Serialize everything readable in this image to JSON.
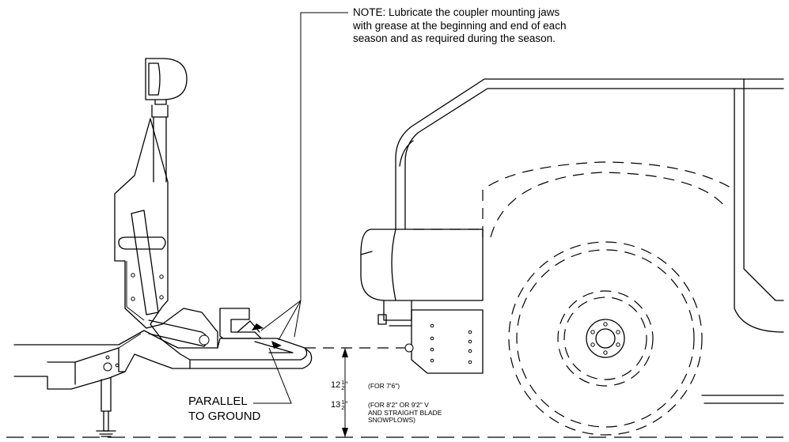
{
  "note": {
    "text": "NOTE: Lubricate the coupler mounting jaws\nwith grease at the beginning and end of each\nseason and as required during the season."
  },
  "callout": {
    "line1": "PARALLEL",
    "line2": "TO GROUND"
  },
  "dimensions": {
    "d1": {
      "whole": "12",
      "num": "1",
      "den": "2",
      "unit": "\"",
      "label": "(FOR 7'6\")"
    },
    "d2": {
      "whole": "13",
      "num": "1",
      "den": "2",
      "unit": "\"",
      "label1": "(FOR 8'2\" OR 9'2\" V",
      "label2": "AND STRAIGHT BLADE",
      "label3": "SNOWPLOWS)"
    }
  }
}
